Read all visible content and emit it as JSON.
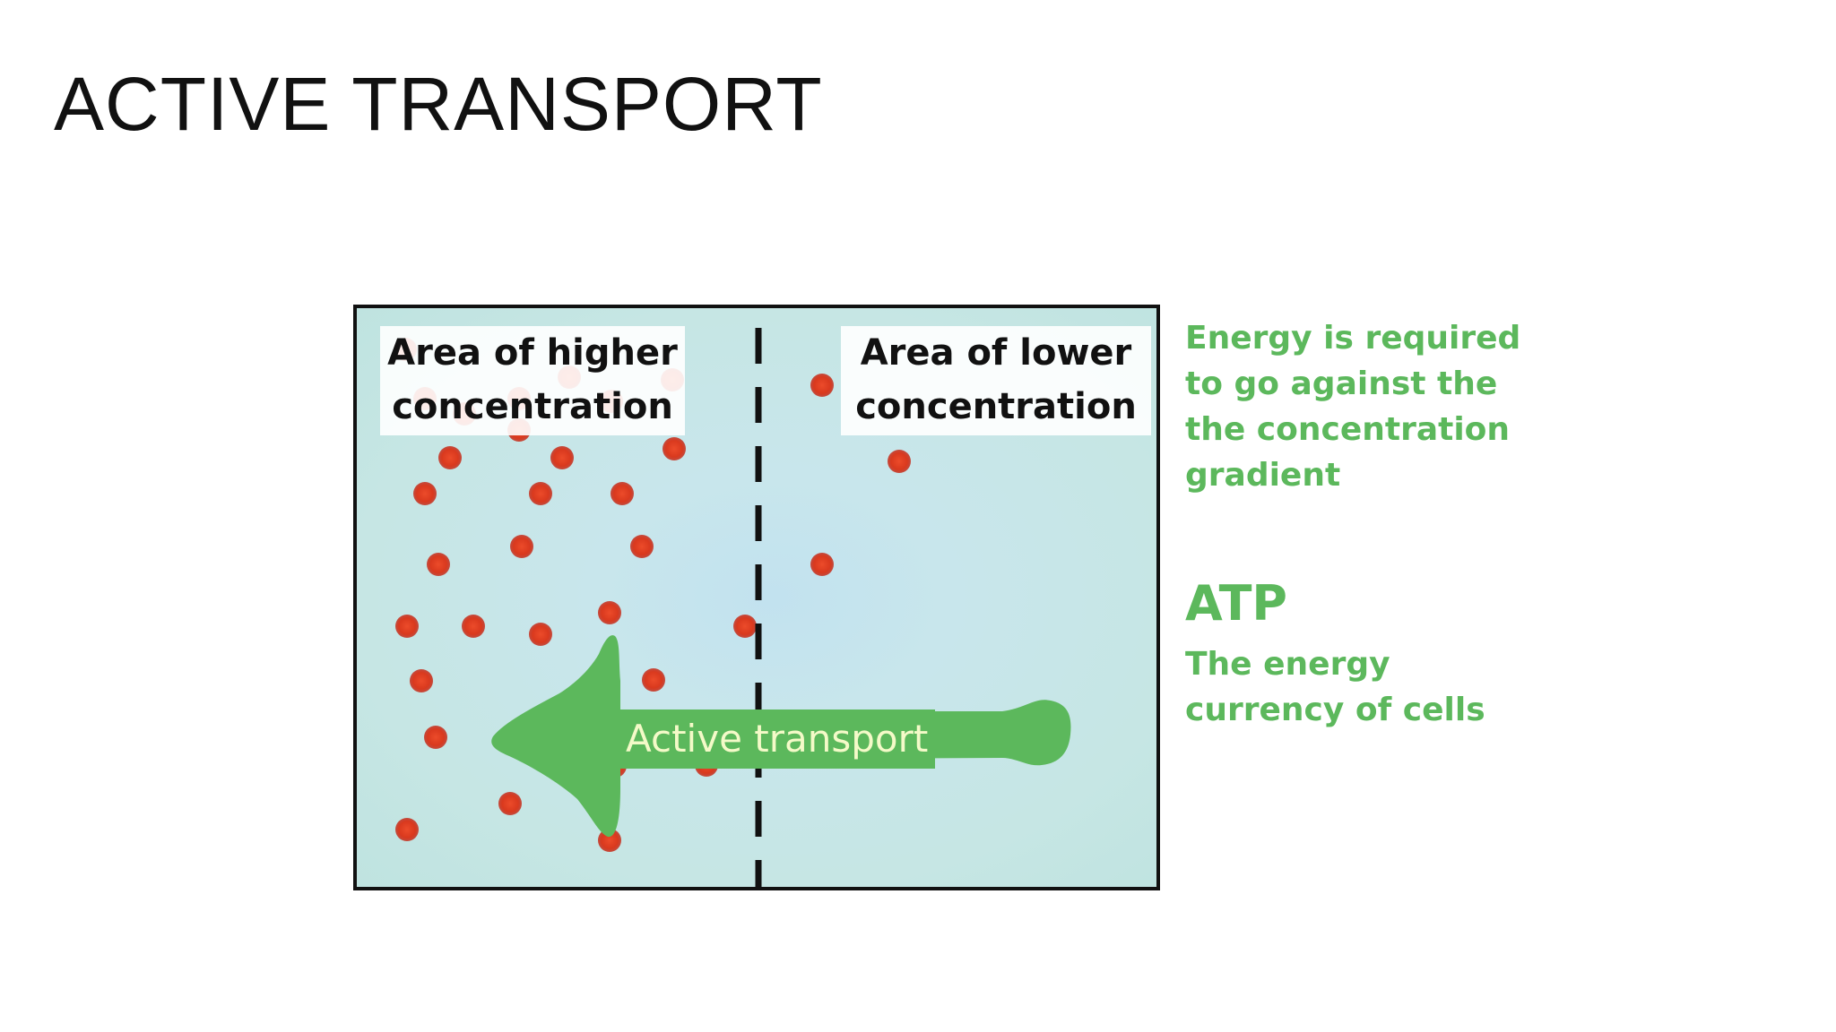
{
  "slide": {
    "title": "ACTIVE TRANSPORT"
  },
  "diagram": {
    "higher_label": "Area of higher\nconcentration",
    "lower_label": "Area of lower\nconcentration",
    "arrow_label": "Active transport",
    "colors": {
      "particle": "#d9391e",
      "arrow": "#5cb85c",
      "arrow_text": "#f4fac8",
      "membrane": "#111111",
      "background": "#c6e6e4"
    }
  },
  "notes": {
    "energy": "Energy is required\nto go against the\nthe concentration\ngradient",
    "atp_title": "ATP",
    "atp_desc": "The energy\ncurrency of cells"
  }
}
